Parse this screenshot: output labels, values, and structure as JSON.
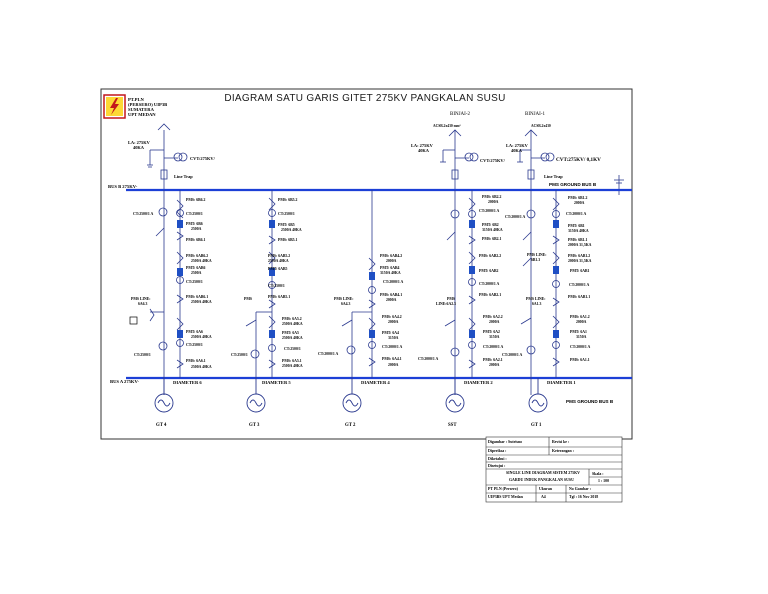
{
  "title": "DIAGRAM SATU GARIS GITET 275KV PANGKALAN SUSU",
  "company": {
    "lines": [
      "PT.PLN",
      "(PERSERO) UIP3B",
      "SUMATERA",
      "UPT MEDAN"
    ]
  },
  "colors": {
    "bus": "#1c3fd6",
    "line": "#2b3a8f",
    "breaker": "#1f4fc4",
    "border": "#333333"
  },
  "lines_top": [
    {
      "name": "BINJAI-2",
      "conductor": "ACSR.2x430 mm²"
    },
    {
      "name": "BINJAI-1",
      "conductor": "ACSR.2x430"
    }
  ],
  "left_feeder": {
    "la": [
      "LA: 275KV",
      "40KA"
    ],
    "cvt": "CVT:275KV/",
    "line_trap": "Line Trap"
  },
  "right_feeders": [
    {
      "la": [
        "LA: 275KV",
        "40KA"
      ],
      "cvt": "CVT:275KV/"
    },
    {
      "la": [
        "LA: 275KV",
        "40KA"
      ],
      "cvt": "CVT:275KV/ 0,1KV",
      "line_trap": "Line Trap"
    }
  ],
  "bus_b": {
    "left_label": "BUS B 275KV-",
    "right_label": "PMS GROUND BUS B"
  },
  "bus_a": {
    "left_label": "BUS A 275KV-",
    "right_label": "PMS GROUND BUS B"
  },
  "diameters": [
    {
      "label": "DIAMETER 6",
      "generator": "GT 4",
      "upper": [
        "PMS: 6B6.2",
        "CT:2500/1",
        "PMT: 6B6",
        "2500A",
        "PMS: 6B6.1"
      ],
      "ct_left": "CT:2500/1 A",
      "pms_line": [
        "PMS LINE:",
        "6A6.3"
      ],
      "middle": [
        "PMS: 6AB6.2",
        "2500A 40KA",
        "PMT: 6AB6",
        "2500A",
        "CT:2500/1",
        "PMS: 6AB6.1",
        "2500A 40KA"
      ],
      "lower": [
        "PMT: 6A6",
        "2500A 40KA",
        "CT:2500/1",
        "PMS: 6A6.1",
        "2500A 40KA"
      ],
      "ct_bottom": "CT:2500/1"
    },
    {
      "label": "DIAMETER 5",
      "generator": "GT 3",
      "upper": [
        "PMS: 6B5.2",
        "CT:2500/1",
        "PMT: 6B5",
        "2500A 40KA",
        "PMS: 6B5.1"
      ],
      "pms_line": [
        "PMS"
      ],
      "middle": [
        "PMS: 6AB5.2",
        "2500A 40KA",
        "PMT: 6AB5",
        "CT:2500/1",
        "PMS: 6AB5.1"
      ],
      "lower": [
        "PMS: 6A5.2",
        "2500A 40KA",
        "PMT: 6A5",
        "2500A 40KA",
        "CT:2500/1",
        "PMS: 6A5.1",
        "2500A 40KA"
      ],
      "ct_bottom": "CT:2500/1"
    },
    {
      "label": "DIAMETER 4",
      "generator": "GT 2",
      "middle": [
        "PMS: 6AB4.2",
        "2000A",
        "PMT: 6AB4",
        "3150A 40KA",
        "CT:2000/1 A",
        "PMS: 6AB4.1",
        "2000A"
      ],
      "pms_line": [
        "PMS LINE:",
        "6A4.3"
      ],
      "lower": [
        "PMS: 6A4.2",
        "2000A",
        "PMT: 6A4",
        "3150A",
        "CT:2000/1 A",
        "PMS: 6A4.1",
        "2000A"
      ],
      "ct_bottom": "CT:2000/1 A"
    },
    {
      "label": "DIAMETER 2",
      "generator": "SST",
      "upper": [
        "PMS: 6B2.2",
        "2000A",
        "CT:2000/1 A",
        "PMT: 6B2",
        "3150A 40KA",
        "PMS: 6B2.1"
      ],
      "ct_left": "CT:2000/1 A",
      "middle": [
        "PMS: 6AB2.2",
        "PMT: 6AB2",
        "CT:2000/1 A",
        "PMS: 6AB2.1"
      ],
      "pms_line": [
        "PMS",
        "LINE:6A2.3"
      ],
      "lower": [
        "PMS: 6A2.2",
        "2000A",
        "PMT: 6A2",
        "3150A",
        "CT:2000/1 A",
        "PMS: 6A2.1",
        "2000A"
      ],
      "ct_bottom": "CT:2000/1 A"
    },
    {
      "label": "DIAMETER 1",
      "generator": "GT 1",
      "upper": [
        "PMS: 6B1.2",
        "2000A",
        "CT:2000/1 A",
        "PMT: 6B1",
        "3150A 40KA",
        "PMS: 6B1.1",
        "2000A 31,5KA"
      ],
      "pms_line": [
        "PMS LINE:",
        "6B1.3"
      ],
      "middle": [
        "PMS: 6AB1.2",
        "2000A 31,5KA",
        "PMT: 6AB1",
        "CT:2000/1 A",
        "PMS: 6AB1.1"
      ],
      "pms_line2": [
        "PMS LINE:",
        "6A1.3"
      ],
      "lower": [
        "PMS: 6A1.2",
        "2000A",
        "PMT: 6A1",
        "3150A",
        "CT:2000/1 A",
        "PMS: 6A1.1"
      ],
      "ct_bottom": "CT:2000/1 A"
    }
  ],
  "title_block": {
    "digambar": "Digambar : Sutrisno",
    "revisi": "Revisi ke :",
    "diperiksa": "Diperiksa :",
    "keterangan": "Keterangan :",
    "diketahui": "Diketahui :",
    "disetujui": "Disetujui :",
    "drawing_title": [
      "SINGLE LINE DIAGRAM SISTEM 275KV",
      "GARDU INDUK PANGKALAN SUSU"
    ],
    "skala_label": "Skala :",
    "skala_value": "1 : 100",
    "company": [
      "PT PLN (Persero)",
      "UIP3BS UPT Medan"
    ],
    "ukuran_label": "Ukuran",
    "ukuran_value": "A4",
    "no_gambar": "No Gambar :",
    "tgl": "Tgl : 16 Nov 2018"
  }
}
